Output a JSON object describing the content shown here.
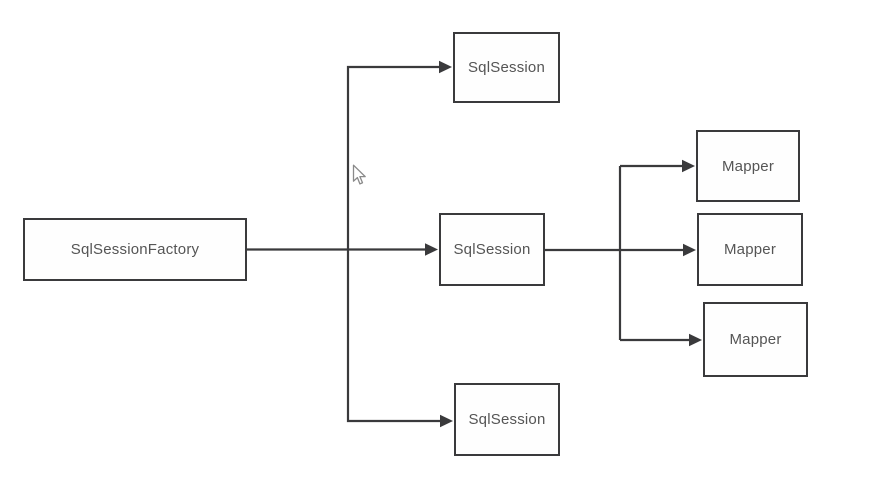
{
  "diagram": {
    "nodes": {
      "factory": {
        "label": "SqlSessionFactory"
      },
      "session_top": {
        "label": "SqlSession"
      },
      "session_middle": {
        "label": "SqlSession"
      },
      "session_bottom": {
        "label": "SqlSession"
      },
      "mapper_top": {
        "label": "Mapper"
      },
      "mapper_middle": {
        "label": "Mapper"
      },
      "mapper_bottom": {
        "label": "Mapper"
      }
    },
    "edges": [
      "SqlSessionFactory -> SqlSession (top)",
      "SqlSessionFactory -> SqlSession (middle)",
      "SqlSessionFactory -> SqlSession (bottom)",
      "SqlSession (middle) -> Mapper (top)",
      "SqlSession (middle) -> Mapper (middle)",
      "SqlSession (middle) -> Mapper (bottom)"
    ]
  },
  "cursor": {
    "icon": "arrow-pointer"
  },
  "colors": {
    "line": "#3a3a3c",
    "box_border": "#3a3a3c",
    "box_fill": "#fefefe",
    "text": "#555555",
    "background": "#ffffff"
  }
}
